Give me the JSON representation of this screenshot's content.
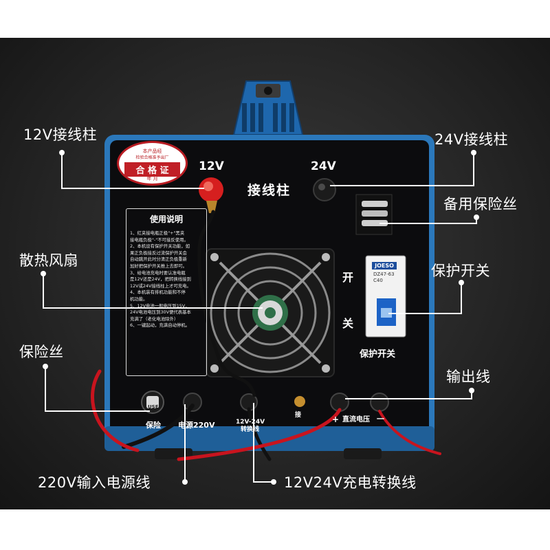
{
  "callouts": {
    "terminal_12v": "12V接线柱",
    "terminal_24v": "24V接线柱",
    "spare_fuse": "备用保险丝",
    "cooling_fan": "散热风扇",
    "protect_switch": "保护开关",
    "fuse": "保险丝",
    "output_cable": "输出线",
    "input_cable": "220V输入电源线",
    "convert_cable": "12V24V充电转换线"
  },
  "panel": {
    "label_12v": "12V",
    "label_24v": "24V",
    "terminal_title": "接线柱",
    "switch_char_top": "开",
    "switch_char_bottom": "关",
    "switch_label": "保护开关",
    "bottom_fuse": "保险",
    "bottom_power": "电源220V",
    "bottom_convert_1": "12V-24V",
    "bottom_convert_2": "转换线",
    "bottom_dc": "直流电压",
    "bottom_dc_plus": "+",
    "bottom_dc_minus": "一",
    "bottom_ground": "接",
    "fuse_cap": "USE"
  },
  "certificate": {
    "issuer": "本产品经",
    "issuer_sub": "检验合格准予出厂",
    "title": "合 格 证",
    "date": "年  月"
  },
  "instructions": {
    "title": "使用说明",
    "lines": [
      "1、红夹接电瓶正极\"+\"黑夹",
      "接电瓶负极\"-\"不可接反使用。",
      "2、本机设有保护开关功能，如",
      "果正负极接反过流保护开关会",
      "自动跳开此时分清正负极重新",
      "加好把保护开关推上去即可。",
      "3、给电池充电时要认准电瓶",
      "是12V还是24V，把转换线接到",
      "12V或24V接线柱上才可充电。",
      "4、本机装有排机功能和不停",
      "机功能。",
      "5、12V电池一般电压到15V，",
      "24V电池电压到30V便代表基本",
      "充满了（老化电池除外）",
      "6、一键起动，充满自动停机。"
    ]
  },
  "breaker": {
    "brand": "JOESO",
    "model": "DZ47-63",
    "rating": "C40"
  },
  "colors": {
    "band": "#262626",
    "panel": "#0d0d0f",
    "frame_blue": "#2f7fc1",
    "terminal_red": "#d61f1f",
    "cable_red": "#c8141e",
    "text": "#ffffff"
  }
}
